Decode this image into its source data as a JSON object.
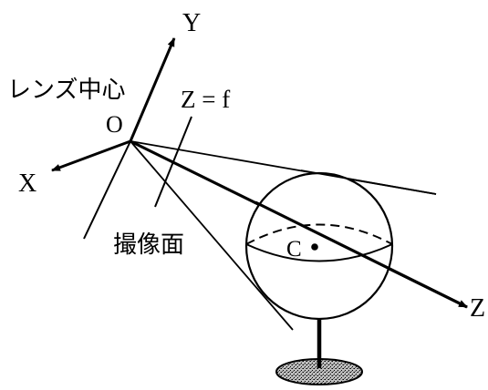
{
  "labels": {
    "y_axis": "Y",
    "x_axis": "X",
    "z_axis": "Z",
    "origin": "O",
    "lens_center": "レンズ中心",
    "focal_plane": "Z = f",
    "image_plane": "撮像面",
    "sphere_center": "C"
  }
}
